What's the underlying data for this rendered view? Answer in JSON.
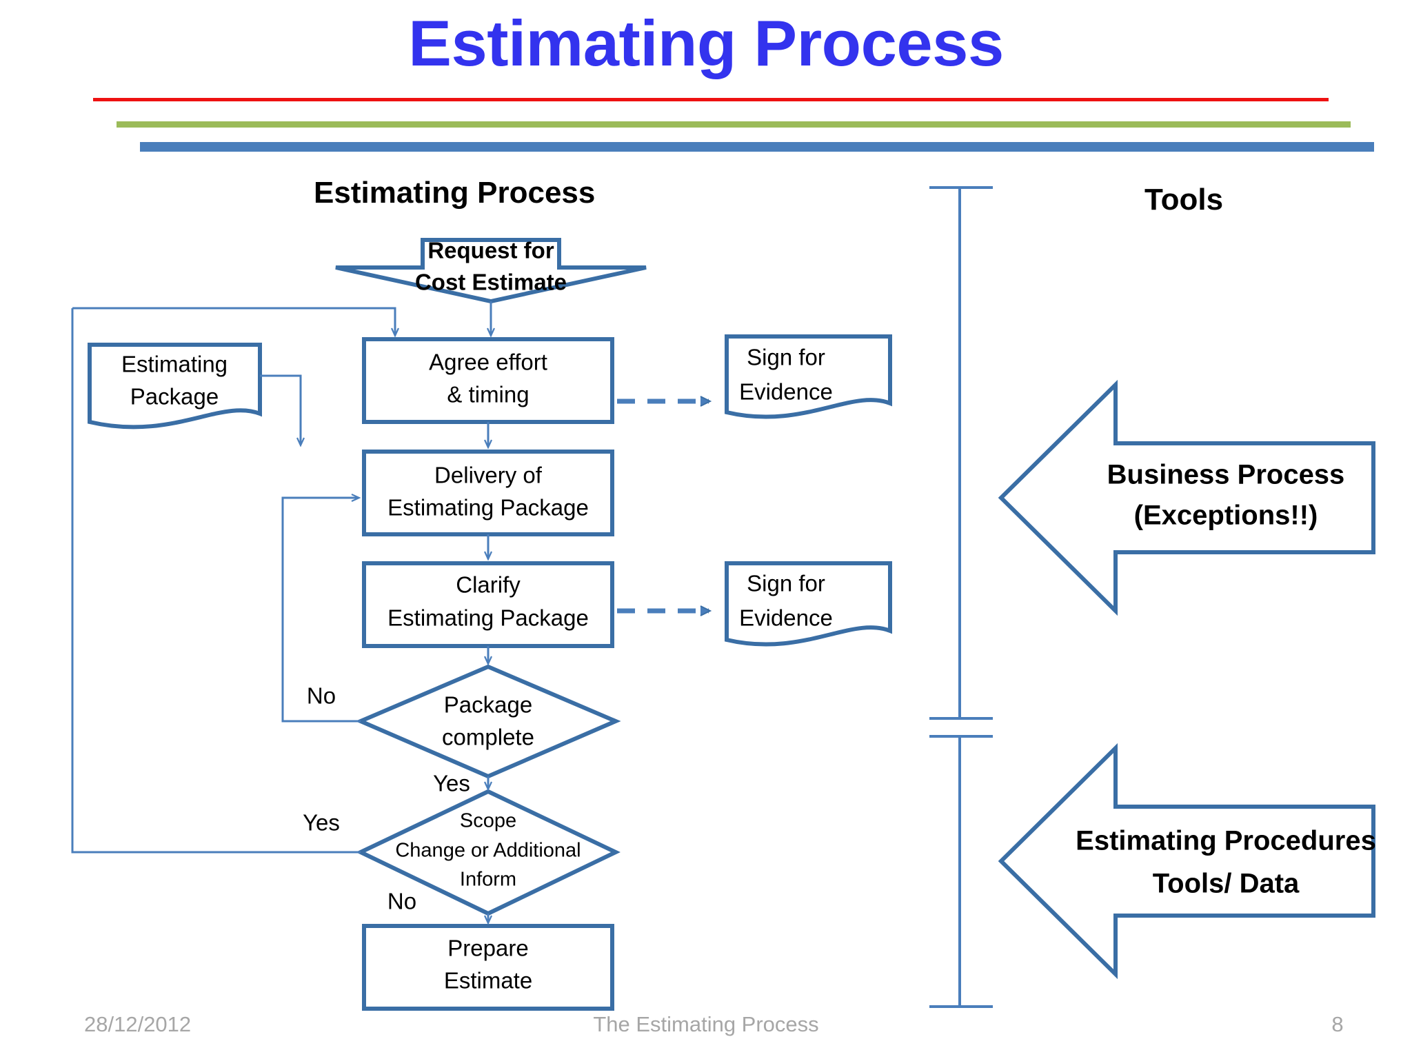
{
  "slide": {
    "title": "Estimating Process",
    "columns": {
      "left_heading": "Estimating Process",
      "right_heading": "Tools"
    },
    "colors": {
      "title": "#3333ee",
      "rule_red": "#ee1111",
      "rule_olive": "#9bbb59",
      "rule_blue": "#4a7ebb",
      "shape_stroke": "#3a6ea5",
      "connector": "#4a7ebb",
      "footer_text": "#a6a6a6"
    }
  },
  "flow": {
    "start": {
      "shape": "down-arrow",
      "line1": "Request for",
      "line2": "Cost Estimate"
    },
    "document_input": {
      "shape": "document",
      "line1": "Estimating",
      "line2": "Package"
    },
    "steps": [
      {
        "id": "agree-effort",
        "shape": "process",
        "line1": "Agree effort",
        "line2": "& timing"
      },
      {
        "id": "delivery-package",
        "shape": "process",
        "line1": "Delivery of",
        "line2": "Estimating Package"
      },
      {
        "id": "clarify-package",
        "shape": "process",
        "line1": "Clarify",
        "line2": "Estimating Package"
      },
      {
        "id": "prepare-estimate",
        "shape": "process",
        "line1": "Prepare",
        "line2": "Estimate"
      }
    ],
    "decisions": [
      {
        "id": "package-complete",
        "shape": "diamond",
        "line1": "Package",
        "line2": "complete",
        "line3": ""
      },
      {
        "id": "scope-change",
        "shape": "diamond",
        "line1": "Scope",
        "line2": "Change or Additional",
        "line3": "Inform"
      }
    ],
    "evidence": [
      {
        "id": "sign-evidence-1",
        "shape": "document",
        "line1": "Sign for",
        "line2": "Evidence"
      },
      {
        "id": "sign-evidence-2",
        "shape": "document",
        "line1": "Sign for",
        "line2": "Evidence"
      }
    ],
    "edge_labels": {
      "no_1": "No",
      "yes_1": "Yes",
      "yes_2": "Yes",
      "no_2": "No"
    }
  },
  "tools": [
    {
      "id": "business-process",
      "shape": "left-arrow",
      "line1": "Business Process",
      "line2": "(Exceptions!!)"
    },
    {
      "id": "estimating-procedures",
      "shape": "left-arrow",
      "line1": "Estimating Procedures",
      "line2": "Tools/ Data"
    }
  ],
  "footer": {
    "date": "28/12/2012",
    "title": "The Estimating Process",
    "page": "8"
  }
}
